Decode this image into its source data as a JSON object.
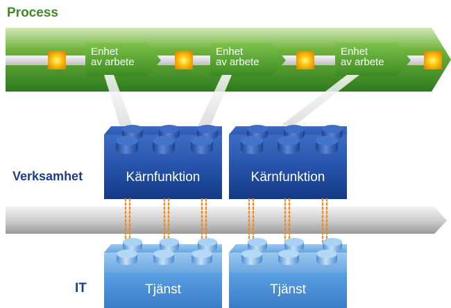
{
  "process": {
    "title": "Process",
    "units": [
      {
        "line1": "Enhet",
        "line2": "av arbete"
      },
      {
        "line1": "Enhet",
        "line2": "av arbete"
      },
      {
        "line1": "Enhet",
        "line2": "av arbete"
      }
    ]
  },
  "layers": {
    "business": {
      "label": "Verksamhet",
      "blocks": [
        {
          "label": "Kärnfunktion"
        },
        {
          "label": "Kärnfunktion"
        }
      ]
    },
    "it": {
      "label": "IT",
      "blocks": [
        {
          "label": "Tjänst"
        },
        {
          "label": "Tjänst"
        }
      ]
    }
  },
  "colors": {
    "process_green": "#3f8a23",
    "business_blue": "#1b3e8a",
    "it_blue": "#4a8fd6",
    "connector_orange": "#f08a1c",
    "milestone_gold": "#f5a800"
  }
}
